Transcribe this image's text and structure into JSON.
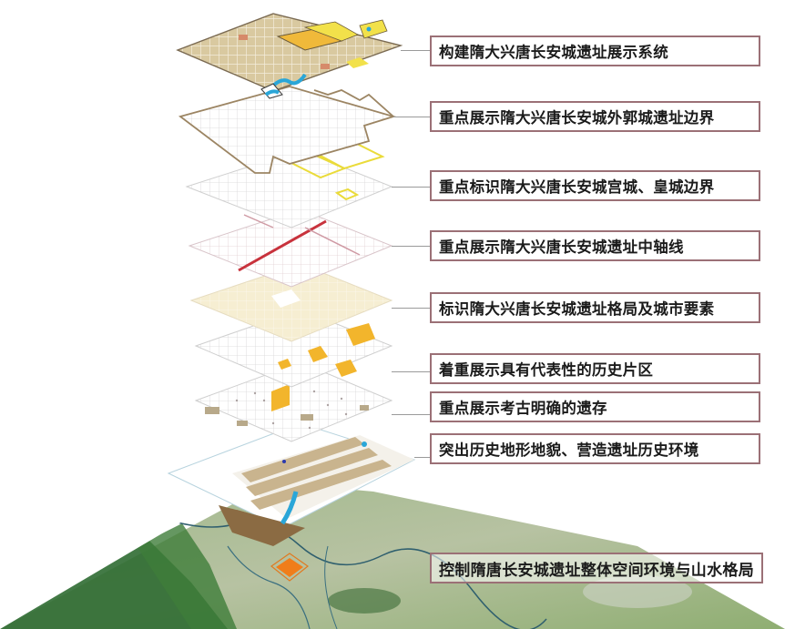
{
  "diagram": {
    "type": "exploded-isometric-layer-stack",
    "subject": "隋大兴唐长安城遗址",
    "colors": {
      "label_border": "#9b7076",
      "leader_line": "#9a9a9a",
      "grid_tan": "#d8c9a0",
      "wall_brown": "#8c7455",
      "palace_yellow": "#f2e14a",
      "highlight_orange": "#f0b93a",
      "axis_red": "#c8323c",
      "water_blue": "#2aa6d8",
      "terrain_brown": "#8b6b43",
      "terrain_tan": "#c9b48e",
      "forest_green": "#3e7a3c",
      "site_orange": "#f07d1a"
    },
    "layers": [
      {
        "id": "L1",
        "label": "构建隋大兴唐长安城遗址展示系统",
        "content": "composite city plan"
      },
      {
        "id": "L2",
        "label": "重点展示隋大兴唐长安城外郭城遗址边界",
        "content": "outer wall boundary"
      },
      {
        "id": "L3",
        "label": "重点标识隋大兴唐长安城宫城、皇城边界",
        "content": "palace & imperial city boundary"
      },
      {
        "id": "L4",
        "label": "重点展示隋大兴唐长安城遗址中轴线",
        "content": "central axis"
      },
      {
        "id": "L5",
        "label": "标识隋大兴唐长安城遗址格局及城市要素",
        "content": "street grid & urban elements"
      },
      {
        "id": "L6",
        "label": "着重展示具有代表性的历史片区",
        "content": "representative historic districts"
      },
      {
        "id": "L7",
        "label": "重点展示考古明确的遗存",
        "content": "archaeologically confirmed remains"
      },
      {
        "id": "L8",
        "label": "突出历史地形地貌、营造遗址历史环境",
        "content": "historic terrain"
      },
      {
        "id": "L9",
        "label": "控制隋唐长安城遗址整体空间环境与山水格局",
        "content": "regional landscape satellite base"
      }
    ]
  }
}
